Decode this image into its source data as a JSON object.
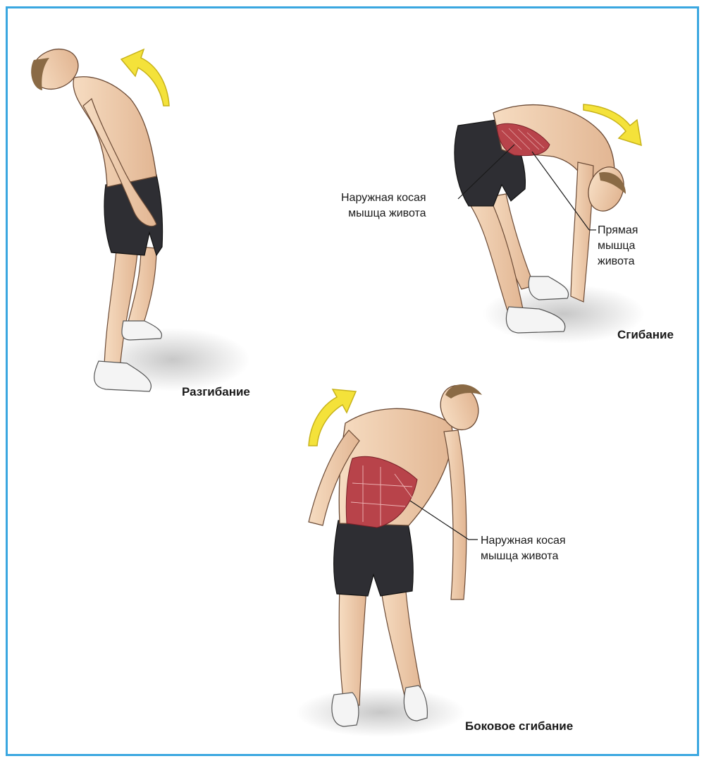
{
  "colors": {
    "frame": "#3aa7e0",
    "arrow": "#f4e23a",
    "arrow_edge": "#c7b21a",
    "skin": "#f2cfae",
    "skin_shade": "#d9a988",
    "hair": "#8a6a45",
    "shorts": "#2e2e33",
    "muscle": "#b8434a",
    "shoe": "#f4f4f4"
  },
  "figures": {
    "extension": {
      "caption": "Разгибание",
      "arrow_icon": "curved-arrow-up-left-icon"
    },
    "flexion": {
      "caption": "Сгибание",
      "arrow_icon": "curved-arrow-down-right-icon",
      "labels": {
        "external_oblique": [
          "Наружная косая",
          "мышца живота"
        ],
        "rectus_abdominis": [
          "Прямая",
          "мышца",
          "живота"
        ]
      }
    },
    "lateral_flexion": {
      "caption": "Боковое сгибание",
      "arrow_icon": "curved-arrow-up-right-icon",
      "labels": {
        "external_oblique": [
          "Наружная косая",
          "мышца живота"
        ]
      }
    }
  }
}
